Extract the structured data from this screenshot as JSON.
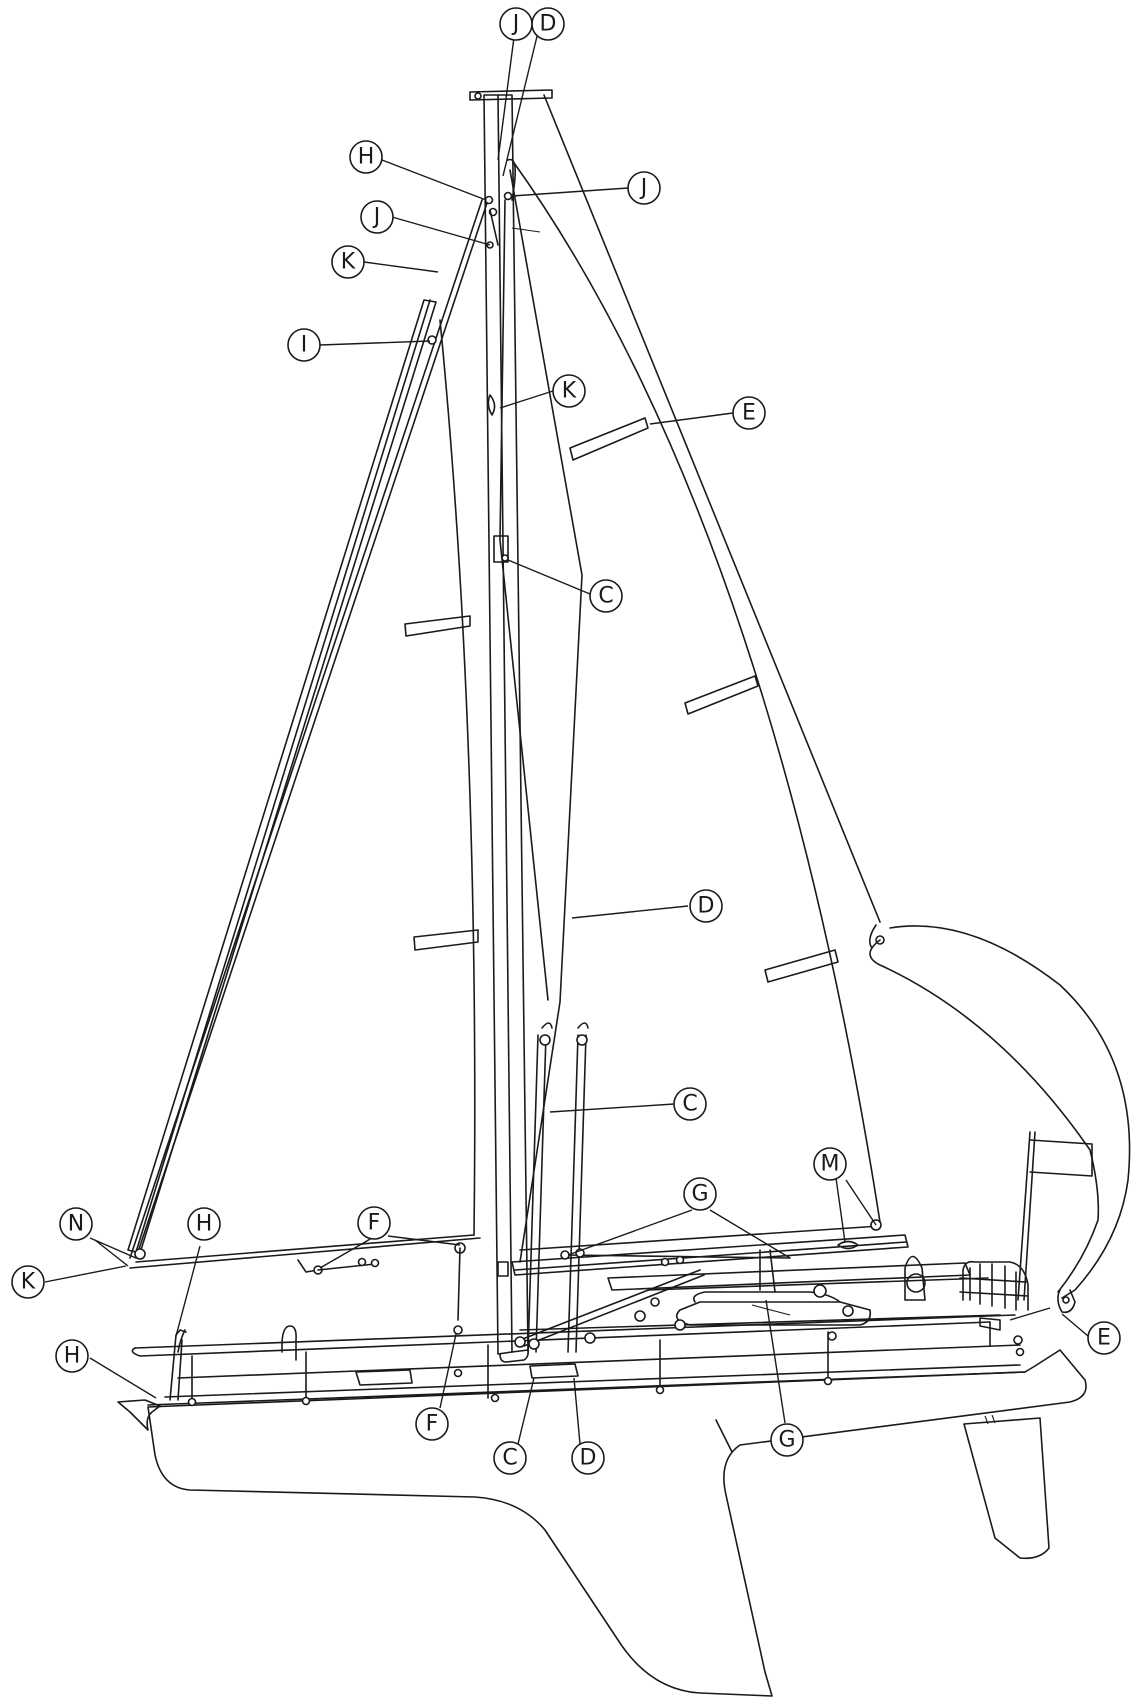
{
  "colors": {
    "line": "#1a1a1a",
    "background": "#ffffff"
  },
  "callouts": [
    {
      "id": "j-top",
      "label": "J"
    },
    {
      "id": "d-top",
      "label": "D"
    },
    {
      "id": "h-upper",
      "label": "H"
    },
    {
      "id": "j-right",
      "label": "J"
    },
    {
      "id": "j-left",
      "label": "J"
    },
    {
      "id": "k-upper",
      "label": "K"
    },
    {
      "id": "i",
      "label": "I"
    },
    {
      "id": "k-mid",
      "label": "K"
    },
    {
      "id": "e-leech",
      "label": "E"
    },
    {
      "id": "c-upper",
      "label": "C"
    },
    {
      "id": "d-mid",
      "label": "D"
    },
    {
      "id": "c-mid",
      "label": "C"
    },
    {
      "id": "m",
      "label": "M"
    },
    {
      "id": "g-upper",
      "label": "G"
    },
    {
      "id": "f-upper",
      "label": "F"
    },
    {
      "id": "n",
      "label": "N"
    },
    {
      "id": "h-mid",
      "label": "H"
    },
    {
      "id": "k-lower",
      "label": "K"
    },
    {
      "id": "h-lower",
      "label": "H"
    },
    {
      "id": "e-stern",
      "label": "E"
    },
    {
      "id": "f-lower",
      "label": "F"
    },
    {
      "id": "c-lower",
      "label": "C"
    },
    {
      "id": "d-lower",
      "label": "D"
    },
    {
      "id": "g-lower",
      "label": "G"
    }
  ]
}
